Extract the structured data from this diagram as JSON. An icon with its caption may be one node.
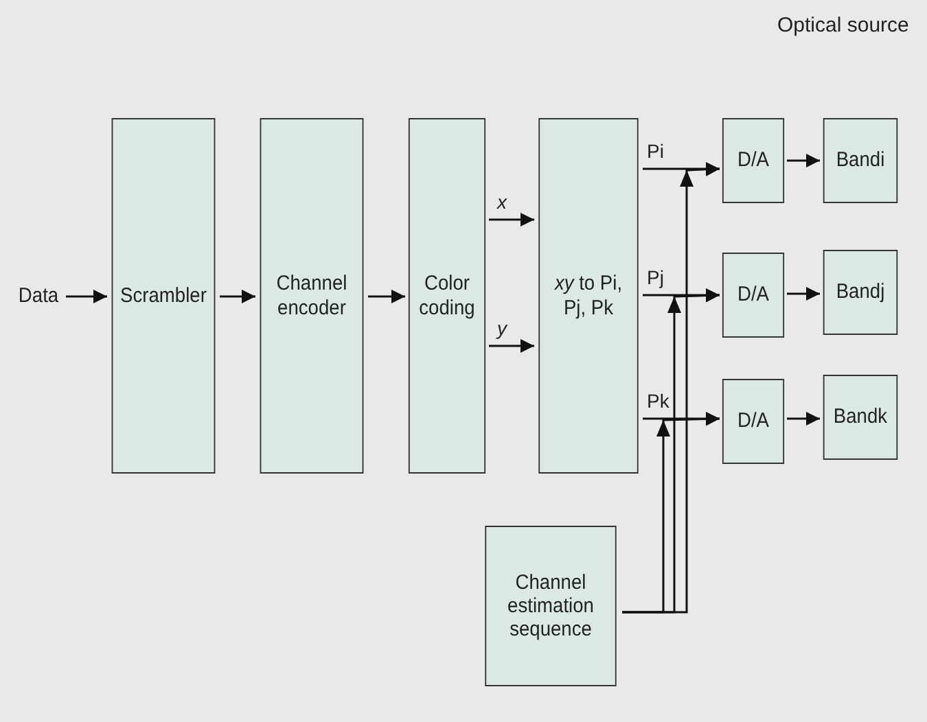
{
  "diagram": {
    "nodes": [
      {
        "text": [
          "Data"
        ]
      },
      {
        "text": [
          "Scrambler"
        ]
      },
      {
        "text": [
          "Channel encoder"
        ]
      },
      {
        "text": [
          "Color coding"
        ]
      },
      {
        "text": [
          "*xy* to Pi, Pj, Pk"
        ]
      },
      {
        "text": [
          "D/A"
        ]
      },
      {
        "text": [
          "Bandi"
        ]
      },
      {
        "text": [
          "D/A"
        ]
      },
      {
        "text": [
          "Bandj"
        ]
      },
      {
        "text": [
          "D/A"
        ]
      },
      {
        "text": [
          "Bandk"
        ]
      },
      {
        "text": [
          "Channel estimation sequence"
        ]
      }
    ],
    "edges": [
      {
        "from": 0,
        "to": 1,
        "arrow": "to"
      },
      {
        "from": 1,
        "to": 2,
        "arrow": "to"
      },
      {
        "from": 2,
        "to": 3,
        "arrow": "to"
      },
      {
        "from": 3,
        "to": 4,
        "arrow": "to",
        "label": "*x*"
      },
      {
        "from": 3,
        "to": 4,
        "arrow": "to",
        "label": "*y*"
      },
      {
        "from": 4,
        "to": 5,
        "arrow": "to",
        "label": "Pi"
      },
      {
        "from": 4,
        "to": 7,
        "arrow": "to",
        "label": "Pj"
      },
      {
        "from": 4,
        "to": 9,
        "arrow": "to",
        "label": "Pk"
      },
      {
        "from": 5,
        "to": 6,
        "arrow": "to"
      },
      {
        "from": 7,
        "to": 8,
        "arrow": "to"
      },
      {
        "from": 9,
        "to": 10,
        "arrow": "to"
      },
      {
        "from": 11,
        "to": 5,
        "arrow": "to"
      },
      {
        "from": 11,
        "to": 7,
        "arrow": "to"
      },
      {
        "from": 11,
        "to": 9,
        "arrow": "to"
      }
    ],
    "labels": [
      "Optical source"
    ]
  }
}
